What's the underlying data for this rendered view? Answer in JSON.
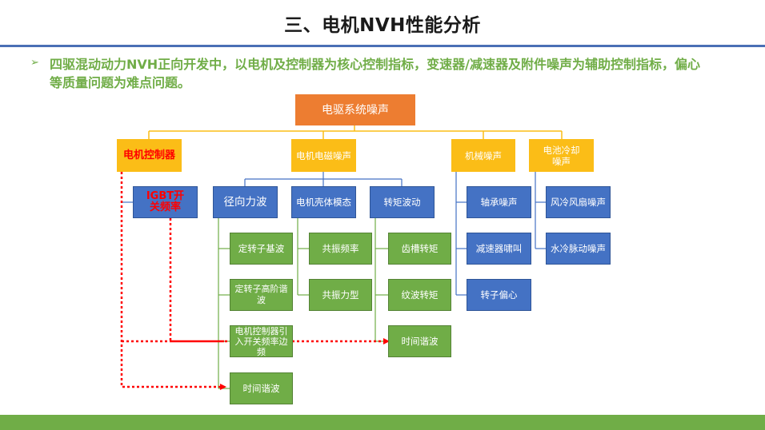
{
  "title": "三、电机NVH性能分析",
  "bullet": "四驱混动动力NVH正向开发中，以电机及控制器为核心控制指标，变速器/减速器及附件噪声为辅助控制指标，偏心等质量问题为难点问题。",
  "colors": {
    "root": "#ed7d31",
    "category": "#fbbd17",
    "level2": "#4472c4",
    "leaf": "#70ad47",
    "highlight": "#ff0000",
    "title_rule": "#4a6fb5"
  },
  "icons": {
    "bullet": "arrow-bullet-icon"
  },
  "diagram": {
    "root": "电驱系统噪声",
    "categories": {
      "controller": "电机控制器",
      "electromagnetic": "电机电磁噪声",
      "mechanical": "机械噪声",
      "battery_cooling": "电池冷却噪声"
    },
    "controller_children": {
      "igbt": "IGBT开关频率"
    },
    "electromagnetic_children": {
      "radial_force": "径向力波",
      "housing_mode": "电机壳体模态",
      "torque_ripple": "转矩波动"
    },
    "radial_force_children": [
      "定转子基波",
      "定转子高阶谐波",
      "电机控制器引入开关频率边频",
      "时间谐波"
    ],
    "housing_mode_children": [
      "共振频率",
      "共振力型"
    ],
    "torque_ripple_children": [
      "齿槽转矩",
      "纹波转矩",
      "时间谐波"
    ],
    "mechanical_children": [
      "轴承噪声",
      "减速器啸叫",
      "转子偏心"
    ],
    "battery_cooling_children": [
      "风冷风扇噪声",
      "水冷脉动噪声"
    ]
  }
}
